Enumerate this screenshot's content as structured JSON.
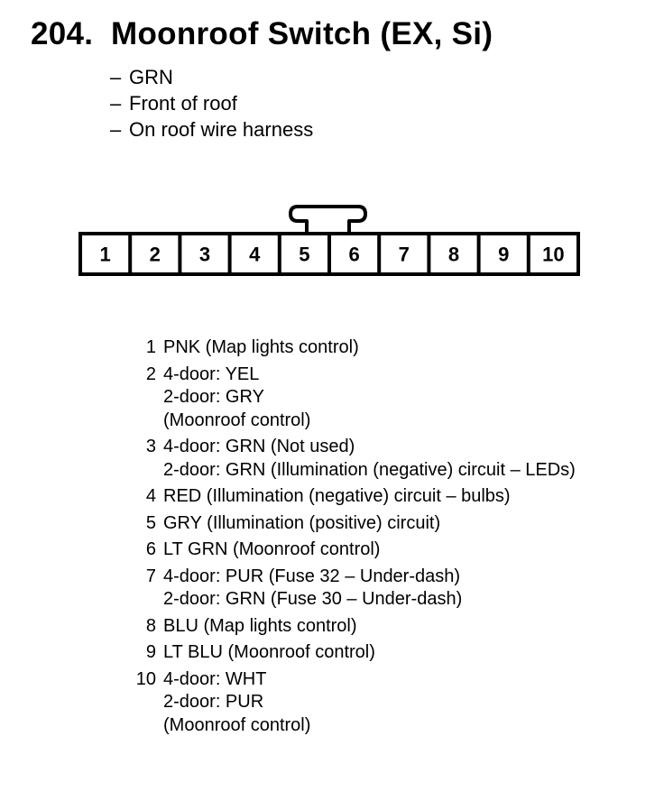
{
  "header": {
    "number": "204.",
    "title": "Moonroof Switch (EX, Si)"
  },
  "info": {
    "dash": "–",
    "lines": [
      "GRN",
      "Front of roof",
      "On roof wire harness"
    ]
  },
  "connector": {
    "pins": [
      "1",
      "2",
      "3",
      "4",
      "5",
      "6",
      "7",
      "8",
      "9",
      "10"
    ]
  },
  "pin_list": [
    {
      "num": "1",
      "lines": [
        "PNK (Map lights control)"
      ]
    },
    {
      "num": "2",
      "lines": [
        "4-door: YEL",
        "2-door: GRY",
        "(Moonroof control)"
      ]
    },
    {
      "num": "3",
      "lines": [
        "4-door: GRN (Not used)",
        "2-door: GRN (Illumination (negative) circuit – LEDs)"
      ]
    },
    {
      "num": "4",
      "lines": [
        "RED (Illumination (negative) circuit – bulbs)"
      ]
    },
    {
      "num": "5",
      "lines": [
        "GRY (Illumination (positive) circuit)"
      ]
    },
    {
      "num": "6",
      "lines": [
        "LT GRN (Moonroof control)"
      ]
    },
    {
      "num": "7",
      "lines": [
        "4-door: PUR (Fuse 32 – Under-dash)",
        "2-door: GRN (Fuse 30 – Under-dash)"
      ]
    },
    {
      "num": "8",
      "lines": [
        "BLU (Map lights control)"
      ]
    },
    {
      "num": "9",
      "lines": [
        "LT BLU (Moonroof control)"
      ]
    },
    {
      "num": "10",
      "lines": [
        "4-door: WHT",
        "2-door: PUR",
        "(Moonroof control)"
      ]
    }
  ]
}
